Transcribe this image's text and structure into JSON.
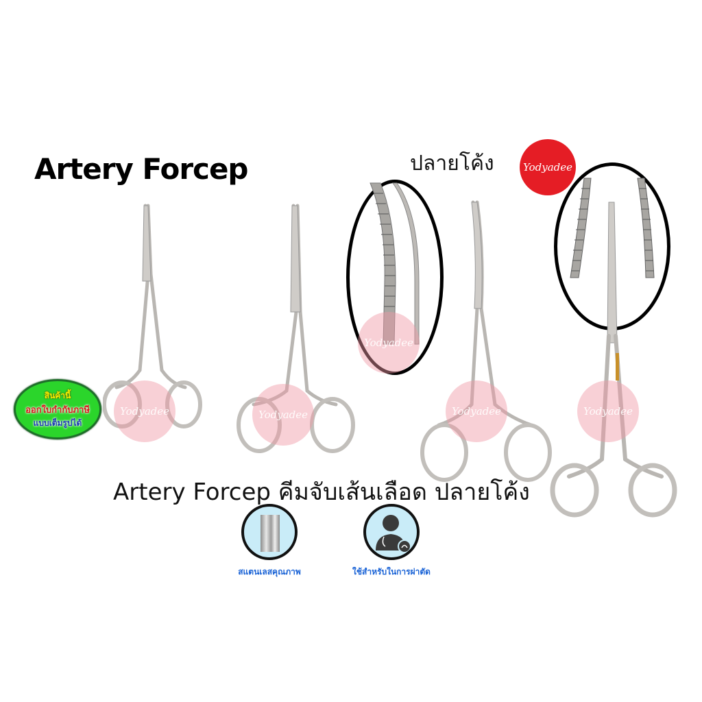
{
  "header": {
    "title": "Artery Forcep"
  },
  "brand": {
    "name": "Yodyadee",
    "color": "#e51d25",
    "watermark_text": "Yodyadee"
  },
  "callout": {
    "curved_tip_label": "ปลายโค้ง"
  },
  "tax_badge": {
    "line1": "สินค้านี้",
    "line2": "ออกใบกำกับภาษี",
    "line3": "แบบเต็มรูปได้"
  },
  "caption": {
    "text": "Artery Forcep คีมจับเส้นเลือด  ปลายโค้ง"
  },
  "features": [
    {
      "icon": "stainless-steel-icon",
      "label": "สแตนเลสคุณภาพ"
    },
    {
      "icon": "doctor-icon",
      "label": "ใช้สำหรับในการผ่าตัด"
    }
  ],
  "products": [
    {
      "id": "forcep-1",
      "type": "straight"
    },
    {
      "id": "forcep-2",
      "type": "straight"
    },
    {
      "id": "forcep-3",
      "type": "curved"
    },
    {
      "id": "forcep-4",
      "type": "curved"
    }
  ]
}
